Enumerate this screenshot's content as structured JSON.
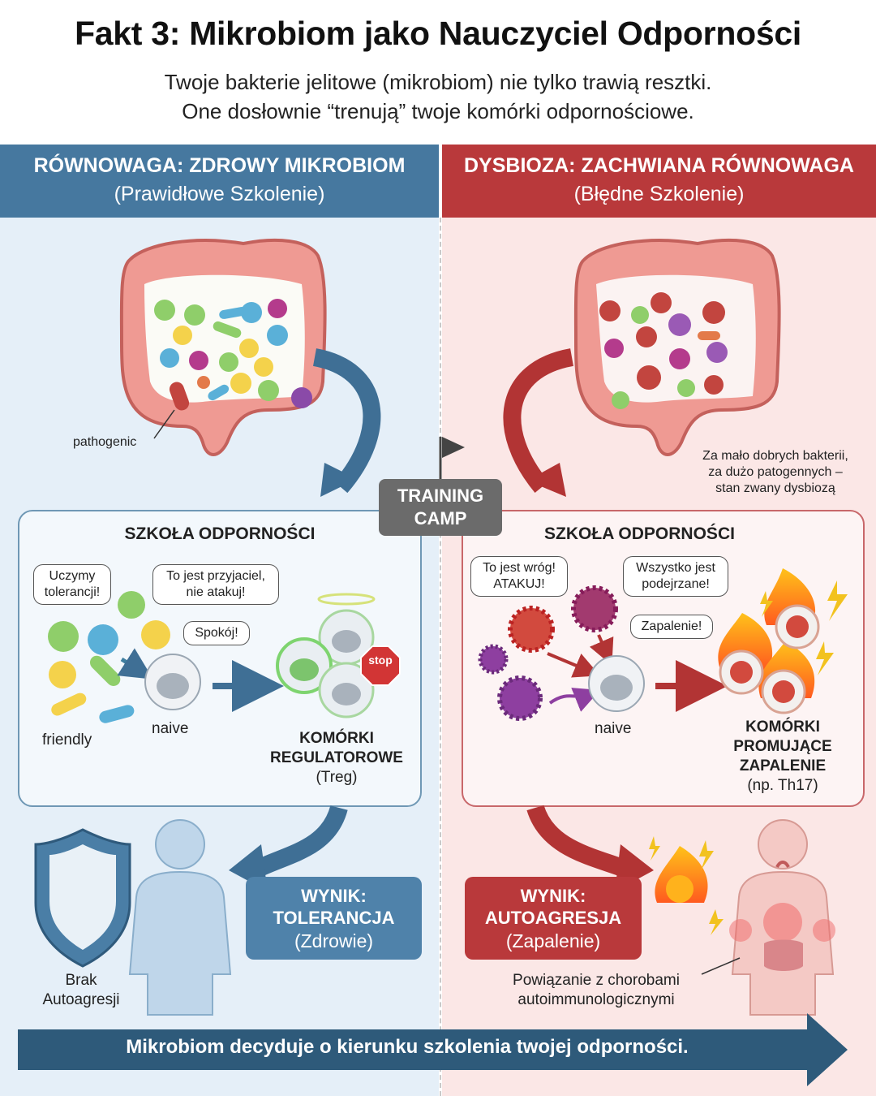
{
  "title": "Fakt 3: Mikrobiom jako Nauczyciel Odporności",
  "subtitle_1": "Twoje bakterie jelitowe (mikrobiom) nie tylko trawią resztki.",
  "subtitle_2": "One dosłownie “trenują” twoje komórki odpornościowe.",
  "left": {
    "heading": "RÓWNOWAGA: ZDROWY MIKROBIOM",
    "subheading": "(Prawidłowe Szkolenie)",
    "pathogenic_label": "pathogenic",
    "school_title": "SZKOŁA ODPORNOŚCI",
    "bubbles": [
      "Uczymy tolerancji!",
      "To jest przyjaciel, nie atakuj!",
      "Spokój!"
    ],
    "friendly_label": "friendly",
    "naive_label": "naive",
    "stop_label": "stop",
    "treg_label_1": "KOMÓRKI",
    "treg_label_2": "REGULATOROWE",
    "treg_label_3": "(Treg)",
    "result_label_1": "WYNIK:",
    "result_label_2": "TOLERANCJA",
    "result_label_3": "(Zdrowie)",
    "no_autoaggression_1": "Brak",
    "no_autoaggression_2": "Autoagresji"
  },
  "right": {
    "heading": "DYSBIOZA: ZACHWIANA RÓWNOWAGA",
    "subheading": "(Błędne Szkolenie)",
    "dysbiosis_note_1": "Za mało dobrych bakterii,",
    "dysbiosis_note_2": "za dużo patogennych –",
    "dysbiosis_note_3": "stan zwany dysbiozą",
    "school_title": "SZKOŁA ODPORNOŚCI",
    "bubbles": [
      "To jest wróg! ATAKUJ!",
      "Wszystko jest podejrzane!",
      "Zapalenie!"
    ],
    "naive_label": "naive",
    "th17_label_1": "KOMÓRKI",
    "th17_label_2": "PROMUJĄCE",
    "th17_label_3": "ZAPALENIE",
    "th17_label_4": "(np. Th17)",
    "result_label_1": "WYNIK:",
    "result_label_2": "AUTOAGRESJA",
    "result_label_3": "(Zapalenie)",
    "disease_note_1": "Powiązanie z chorobami",
    "disease_note_2": "autoimmunologicznymi"
  },
  "camp_label_1": "TRAINING",
  "camp_label_2": "CAMP",
  "footer": "Mikrobiom decyduje o kierunku szkolenia twojej odporności.",
  "colors": {
    "blue": "#46789f",
    "red": "#b9393b",
    "left_bg": "#e5eff8",
    "right_bg": "#fbe7e6",
    "footer": "#2e5a7a"
  }
}
